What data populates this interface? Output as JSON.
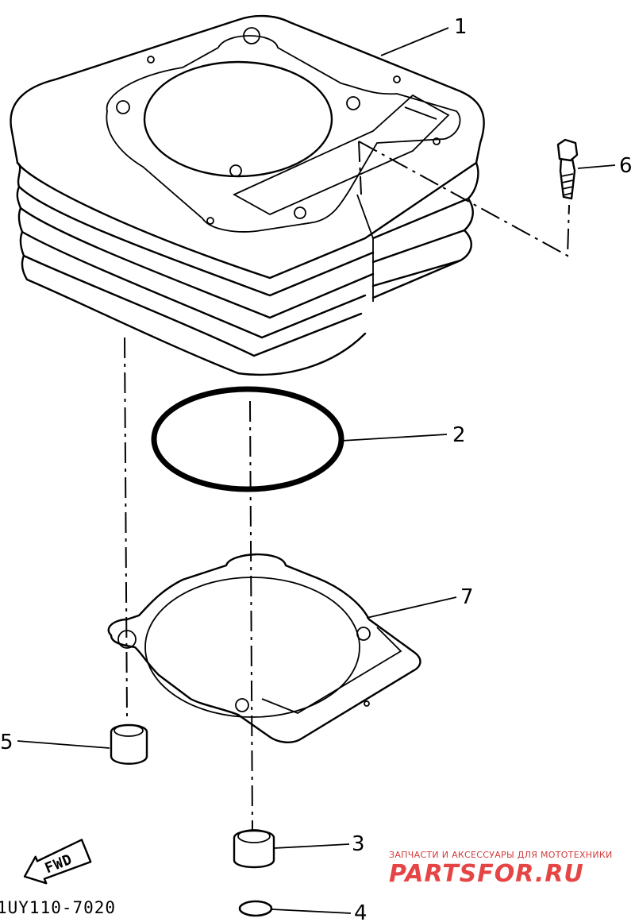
{
  "diagram": {
    "callouts": [
      {
        "id": "1",
        "text": "1"
      },
      {
        "id": "2",
        "text": "2"
      },
      {
        "id": "3",
        "text": "3"
      },
      {
        "id": "4",
        "text": "4"
      },
      {
        "id": "5",
        "text": "5"
      },
      {
        "id": "6",
        "text": "6"
      },
      {
        "id": "7",
        "text": "7"
      }
    ],
    "fwd_label": "FWD",
    "drawing_code": "1UY110-7020"
  },
  "watermark": {
    "tagline": "ЗАПЧАСТИ И АКСЕССУАРЫ ДЛЯ МОТОТЕХНИКИ",
    "brand": "PARTSFOR.RU",
    "color": "#e64545"
  }
}
